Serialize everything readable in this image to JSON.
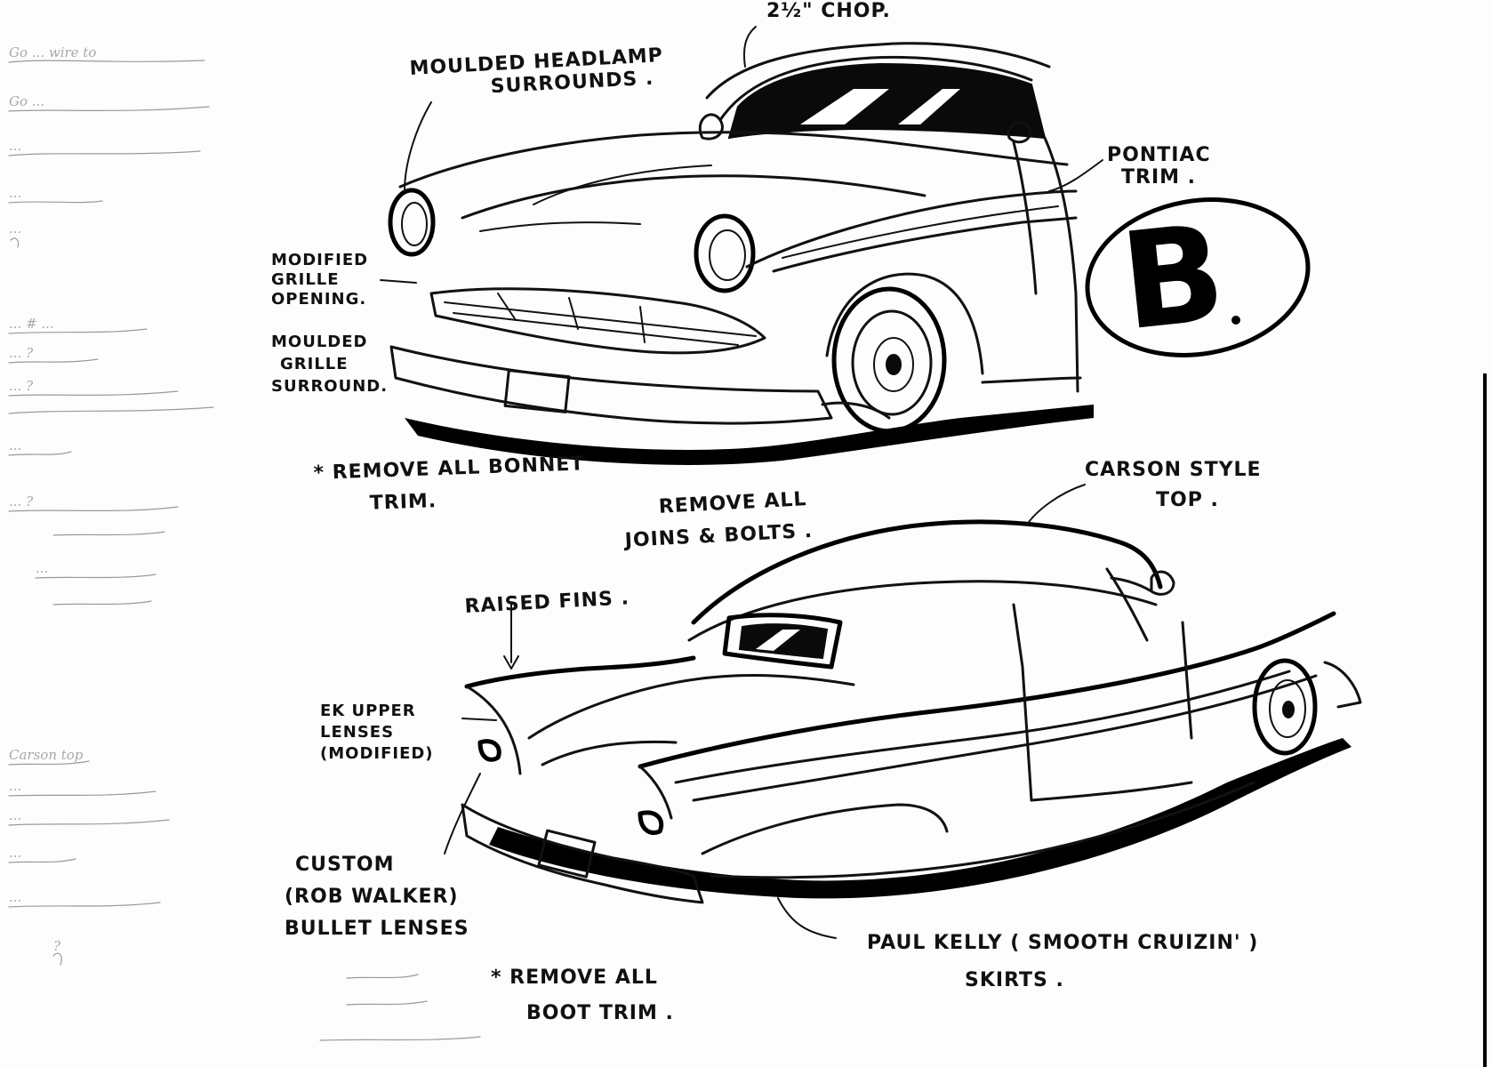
{
  "labels": {
    "chop": "2½\" CHOP.",
    "moulded_headlamp": {
      "line1": "MOULDED HEADLAMP",
      "line2": "SURROUNDS ."
    },
    "pontiac_trim": {
      "line1": "PONTIAC",
      "line2": "TRIM ."
    },
    "modified_grille": {
      "line1": "MODIFIED",
      "line2": "GRILLE",
      "line3": "OPENING."
    },
    "moulded_grille_surround": {
      "line1": "MOULDED",
      "line2": "GRILLE",
      "line3": "SURROUND."
    },
    "remove_bonnet_trim": {
      "line1": "* REMOVE ALL BONNET",
      "line2": "TRIM."
    },
    "remove_joins": {
      "line1": "REMOVE ALL",
      "line2": "JOINS & BOLTS ."
    },
    "carson_top": {
      "line1": "CARSON STYLE",
      "line2": "TOP ."
    },
    "raised_fins": "RAISED FINS .",
    "ek_lenses": {
      "line1": "EK UPPER",
      "line2": "LENSES",
      "line3": "(MODIFIED)"
    },
    "custom_bullet": {
      "line1": "CUSTOM",
      "line2": "(ROB WALKER)",
      "line3": "BULLET LENSES"
    },
    "remove_boot_trim": {
      "line1": "* REMOVE ALL",
      "line2": "BOOT TRIM ."
    },
    "paul_kelly": {
      "line1": "PAUL KELLY ( SMOOTH CRUIZIN' )",
      "line2": "SKIRTS ."
    }
  },
  "badge": {
    "letter": "B"
  },
  "pencil_notes": [
    "Go ... wire to",
    "Go ...",
    "...",
    "...",
    "...",
    "... # ...",
    "... ?",
    "... ?",
    "...",
    "... ?",
    "...",
    "Carson top",
    "...",
    "...",
    "...",
    "...",
    "?"
  ]
}
